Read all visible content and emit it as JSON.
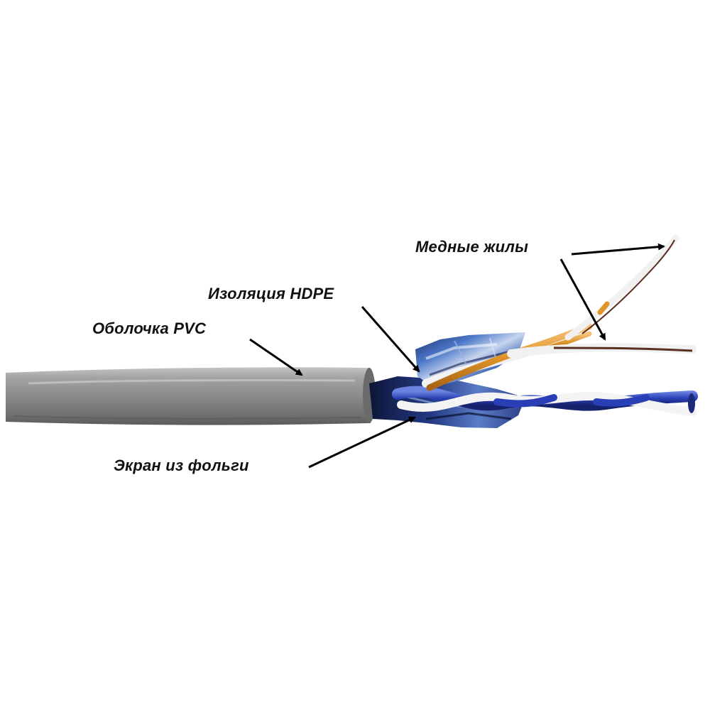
{
  "labels": {
    "sheath": "Оболочка PVC",
    "insulation": "Изоляция HDPE",
    "conductors": "Медные жилы",
    "foil": "Экран из фольги"
  },
  "colors": {
    "jacket": "#8e8e8e",
    "foil": "#3a5aa8",
    "blue_wire": "#2a3fb5",
    "orange_wire": "#e0952a",
    "brown_wire": "#5a2f1f",
    "white_wire": "#f2f2f2",
    "label_text": "#111111"
  }
}
